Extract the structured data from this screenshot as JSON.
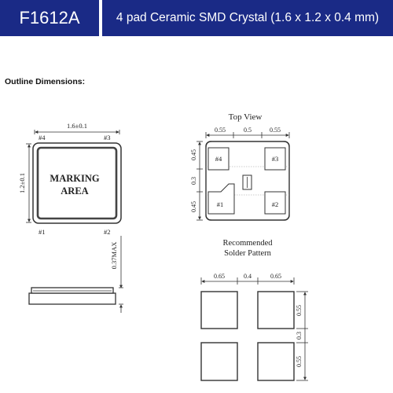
{
  "header": {
    "part_number": "F1612A",
    "description": "4 pad Ceramic SMD Crystal (1.6 x 1.2 x 0.4 mm)",
    "colors": {
      "bar": "#1a2a86",
      "text": "#ffffff"
    }
  },
  "section_title": "Outline Dimensions:",
  "outline": {
    "width_dim": "1.6±0.1",
    "height_dim": "1.2±0.1",
    "marking_line1": "MARKING",
    "marking_line2": "AREA",
    "pad_labels": {
      "tl": "#4",
      "tr": "#3",
      "bl": "#1",
      "br": "#2"
    },
    "thickness_dim": "0.37MAX"
  },
  "top_view": {
    "title": "Top View",
    "dims_top": [
      "0.55",
      "0.5",
      "0.55"
    ],
    "dims_left": [
      "0.45",
      "0.3",
      "0.45"
    ],
    "pads": {
      "tl": "#4",
      "tr": "#3",
      "bl": "#1",
      "br": "#2"
    }
  },
  "solder": {
    "title_line1": "Recommended",
    "title_line2": "Solder Pattern",
    "dims_top": [
      "0.65",
      "0.4",
      "0.65"
    ],
    "dims_right": [
      "0.55",
      "0.3",
      "0.55"
    ]
  }
}
